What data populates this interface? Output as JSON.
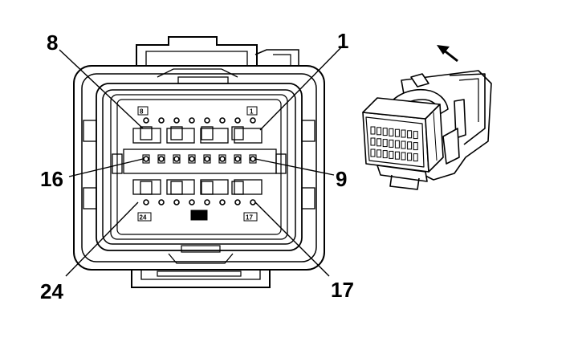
{
  "diagram": {
    "pin_callouts": {
      "top_left": "8",
      "top_right": "1",
      "mid_left": "16",
      "mid_right": "9",
      "bottom_left": "24",
      "bottom_right": "17"
    },
    "face_marks": {
      "top_left": "8",
      "top_right": "1",
      "bottom_left": "24",
      "bottom_right": "17"
    },
    "rows": [
      {
        "first": 8,
        "last": 1,
        "count": 8
      },
      {
        "first": 16,
        "last": 9,
        "count": 8
      },
      {
        "first": 24,
        "last": 17,
        "count": 8
      }
    ],
    "arrow_icon": "insertion-direction-arrow-icon"
  }
}
